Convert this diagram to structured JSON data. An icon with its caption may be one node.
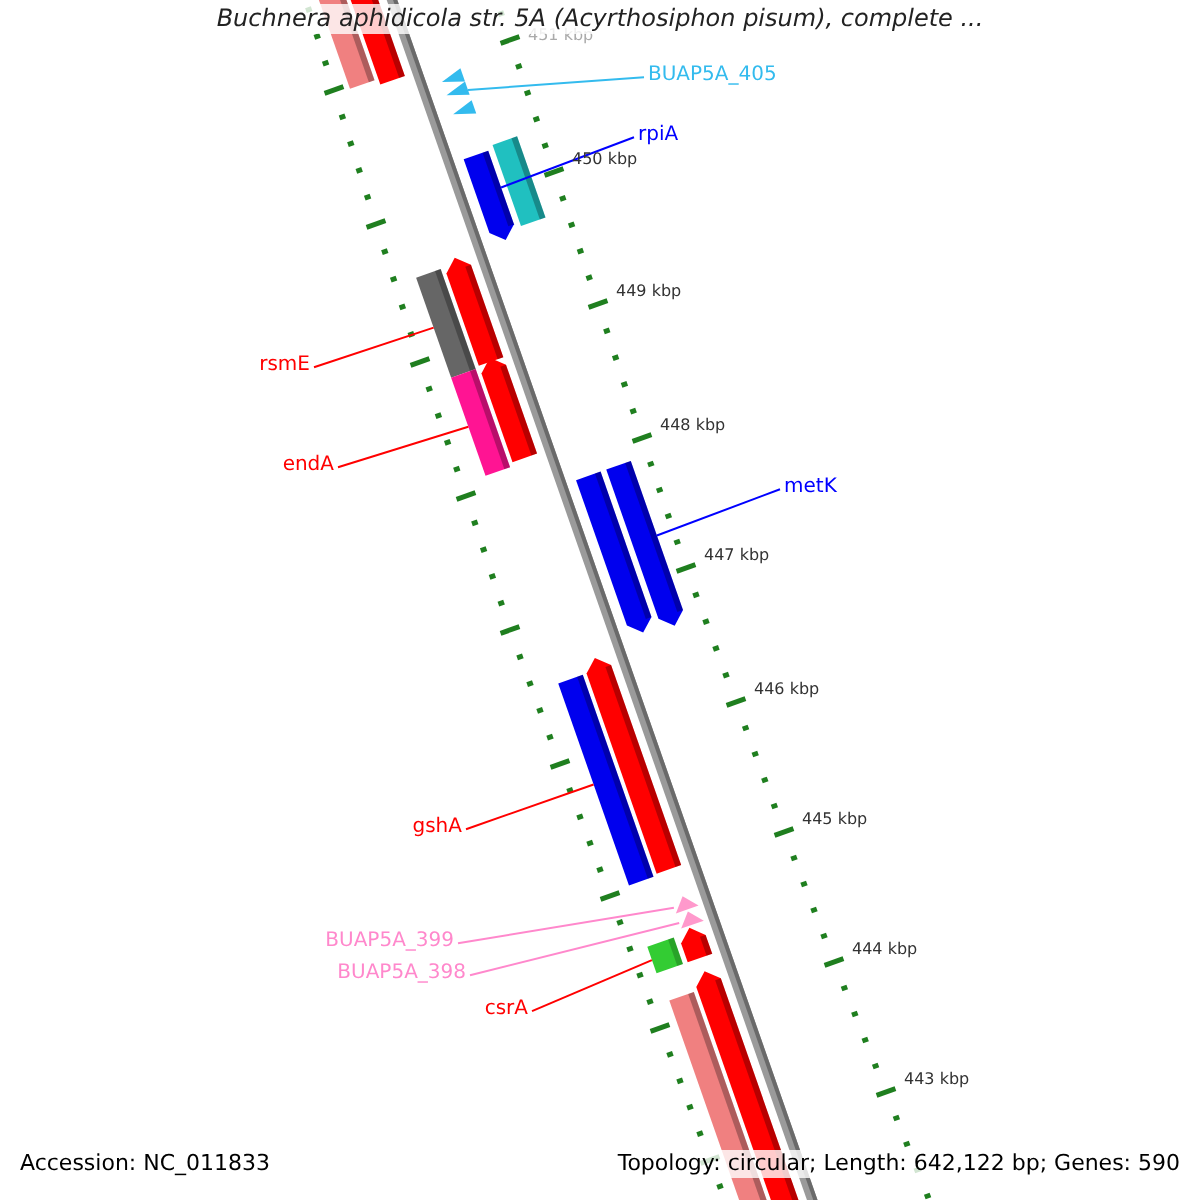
{
  "diagram": {
    "title": "Buchnera aphidicola str. 5A (Acyrthosiphon pisum), complete ...",
    "nodes": [
      {
        "text": [
          "BUAP5A_405"
        ]
      },
      {
        "text": [],
        "shape": "triangle"
      },
      {
        "text": [
          "rpiA"
        ]
      },
      {
        "text": [],
        "shape": "bar"
      },
      {
        "text": [
          "rsmE"
        ]
      },
      {
        "text": [],
        "shape": "bar"
      },
      {
        "text": [
          "endA"
        ]
      },
      {
        "text": [],
        "shape": "bar"
      },
      {
        "text": [
          "metK"
        ]
      },
      {
        "text": [],
        "shape": "bar"
      },
      {
        "text": [
          "gshA"
        ]
      },
      {
        "text": [],
        "shape": "bar"
      },
      {
        "text": [
          "BUAP5A_399"
        ]
      },
      {
        "text": [],
        "shape": "triangle"
      },
      {
        "text": [
          "BUAP5A_398"
        ]
      },
      {
        "text": [],
        "shape": "triangle"
      },
      {
        "text": [
          "csrA"
        ]
      },
      {
        "text": [],
        "shape": "box"
      }
    ],
    "edges": [
      {
        "from": 0,
        "to": 1,
        "arrow": "none",
        "color": "#33bbee"
      },
      {
        "from": 2,
        "to": 3,
        "arrow": "none",
        "color": "#0000ff"
      },
      {
        "from": 4,
        "to": 5,
        "arrow": "none"
      },
      {
        "from": 6,
        "to": 7,
        "arrow": "none"
      },
      {
        "from": 8,
        "to": 9,
        "arrow": "none",
        "color": "#0000ff"
      },
      {
        "from": 10,
        "to": 11,
        "arrow": "none"
      },
      {
        "from": 12,
        "to": 13,
        "arrow": "none",
        "color": "#ff88cc"
      },
      {
        "from": 14,
        "to": 15,
        "arrow": "none",
        "color": "#ff88cc"
      },
      {
        "from": 16,
        "to": 17,
        "arrow": "none"
      }
    ],
    "labels": [
      "451 kbp",
      "450 kbp",
      "449 kbp",
      "448 kbp",
      "447 kbp",
      "446 kbp",
      "445 kbp",
      "444 kbp",
      "443 kbp",
      "Accession: NC_011833",
      "Topology: circular; Length: 642,122 bp; Genes: 590"
    ]
  }
}
